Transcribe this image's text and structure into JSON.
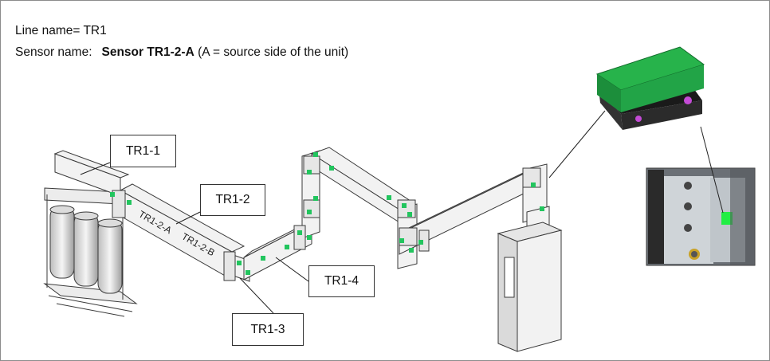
{
  "header": {
    "line_name_label": "Line name= TR1",
    "sensor_name_prefix": "Sensor name:",
    "sensor_name_value": "Sensor TR1-2-A",
    "sensor_name_suffix": "(A = source side of the unit)"
  },
  "callouts": {
    "tr1_1": "TR1-1",
    "tr1_2": "TR1-2",
    "tr1_3": "TR1-3",
    "tr1_4": "TR1-4"
  },
  "segment_labels": {
    "side_a": "TR1-2-A",
    "side_b": "TR1-2-B"
  },
  "colors": {
    "sensor_green": "#22c55e",
    "sensor_body": "#1f9e47",
    "duct_line": "#3a3a3a",
    "callout_border": "#333333"
  }
}
